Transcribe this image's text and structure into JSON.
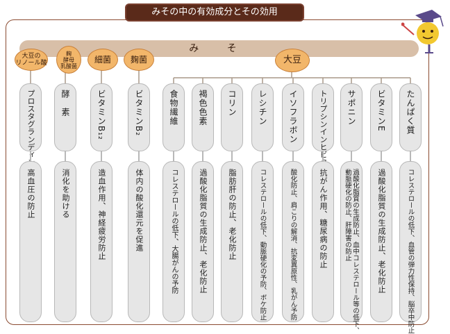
{
  "title": "みその中の有効成分とその効用",
  "miso_label": "み そ",
  "sources": [
    {
      "id": "linoleic",
      "label": "大豆の\nリノール酸"
    },
    {
      "id": "yeast",
      "label": "麹\n酵母\n乳酸菌"
    },
    {
      "id": "bacteria",
      "label": "細菌"
    },
    {
      "id": "koji",
      "label": "麹菌"
    },
    {
      "id": "soybean",
      "label": "大豆"
    }
  ],
  "columns": [
    {
      "name": "プロスタグランディンE",
      "effect": "高血圧の防止"
    },
    {
      "name": "酵　素",
      "effect": "消化を助ける"
    },
    {
      "name": "ビタミンB₁₂",
      "effect": "造血作用、神経疲労防止"
    },
    {
      "name": "ビタミンB₂",
      "effect": "体内の酸化還元を促進"
    },
    {
      "name": "食物繊維",
      "effect": "コレステロールの低下、大腸がんの予防"
    },
    {
      "name": "褐色色素",
      "effect": "過酸化脂質の生成防止、老化防止"
    },
    {
      "name": "コリン",
      "effect": "脂肪肝の防止、老化防止"
    },
    {
      "name": "レシチン",
      "effect": "コレステロールの低下、動脈硬化の予防、ボケ防止"
    },
    {
      "name": "イソフラボン",
      "effect": "酸化防止、肩こりの解消、抗変異原性、乳がん予防"
    },
    {
      "name": "トリプシンインヒビター",
      "effect": "抗がん作用、糖尿病の防止"
    },
    {
      "name": "サポニン",
      "effect": "過酸化脂質の生成防止、血中コレステロール等の低下、\n動脈硬化の防止、肝障害の防止"
    },
    {
      "name": "ビタミンE",
      "effect": "過酸化脂質の生成防止、老化防止"
    },
    {
      "name": "たんぱく質",
      "effect": "コレステロールの低下、血管の弾力性保持、脳卒中防止"
    }
  ],
  "colors": {
    "title_bg": "#5a2a1a",
    "bar": "#d8bfa8",
    "source_fill": "#f2b66a",
    "box_fill": "#e6e6e6",
    "frame": "#8a4a30"
  }
}
